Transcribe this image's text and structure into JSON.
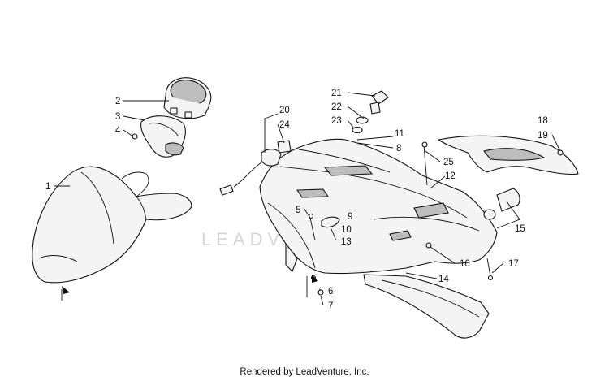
{
  "watermark": "LEADVENTURE",
  "footer": "Rendered by LeadVenture, Inc.",
  "callouts": [
    "1",
    "2",
    "3",
    "4",
    "5",
    "6",
    "7",
    "8",
    "9",
    "10",
    "11",
    "12",
    "13",
    "14",
    "15",
    "16",
    "17",
    "18",
    "19",
    "20",
    "21",
    "22",
    "23",
    "24",
    "25"
  ]
}
